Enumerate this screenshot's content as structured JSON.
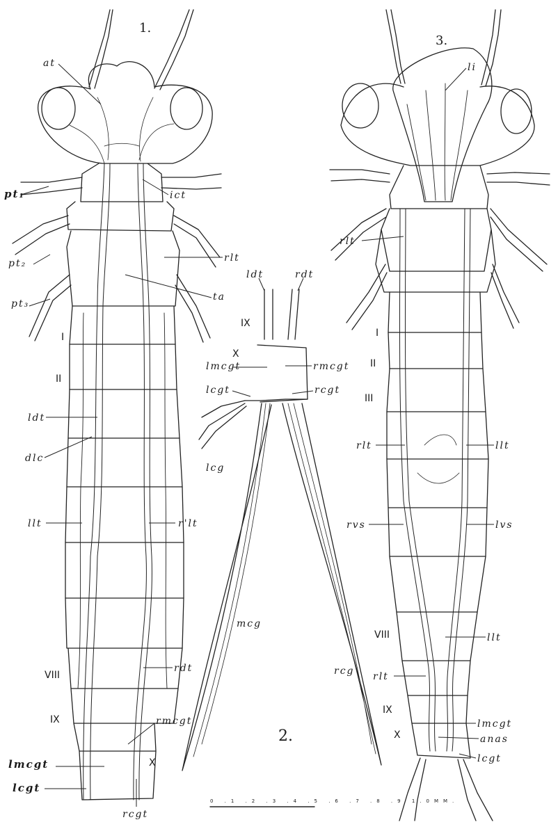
{
  "figures": {
    "fig1": "1.",
    "fig2": "2.",
    "fig3": "3."
  },
  "fig1_labels": {
    "at": "at",
    "ict": "ict",
    "pt1": "pt₁",
    "pt2": "pt₂",
    "pt3": "pt₃",
    "rlt": "rlt",
    "ta": "ta",
    "ldt": "ldt",
    "dlc": "dlc",
    "llt": "llt",
    "rplt": "r'lt",
    "rdt": "rdt",
    "rmcgt": "rmcgt",
    "lmcgt": "lmcgt",
    "lcgt": "lcgt",
    "rcgt": "rcgt"
  },
  "fig1_segments": [
    "I",
    "II",
    "VIII",
    "IX",
    "X"
  ],
  "fig2_labels": {
    "ldt": "ldt",
    "rdt": "rdt",
    "seg9": "IX",
    "seg10": "X",
    "lmcgt": "lmcgt",
    "rmcgt": "rmcgt",
    "lcgt": "lcgt",
    "rcgt": "rcgt",
    "lcg": "lcg",
    "mcg": "mcg",
    "rcg": "rcg"
  },
  "fig3_labels": {
    "li": "li",
    "rlt_top": "rlt",
    "rlt_mid": "rlt",
    "llt_mid": "llt",
    "rvs": "rvs",
    "lvs": "lvs",
    "llt_low": "llt",
    "rlt_low": "rlt",
    "lmcgt": "lmcgt",
    "anas": "anas",
    "lcgt": "lcgt"
  },
  "fig3_segments": [
    "I",
    "II",
    "III",
    "VIII",
    "IX",
    "X"
  ],
  "scale": {
    "ticks": "0 .1 .2 .3 .4 .5 .6 .7 .8 .9 1.0MM.",
    "range_mm": [
      0,
      1.0
    ]
  }
}
